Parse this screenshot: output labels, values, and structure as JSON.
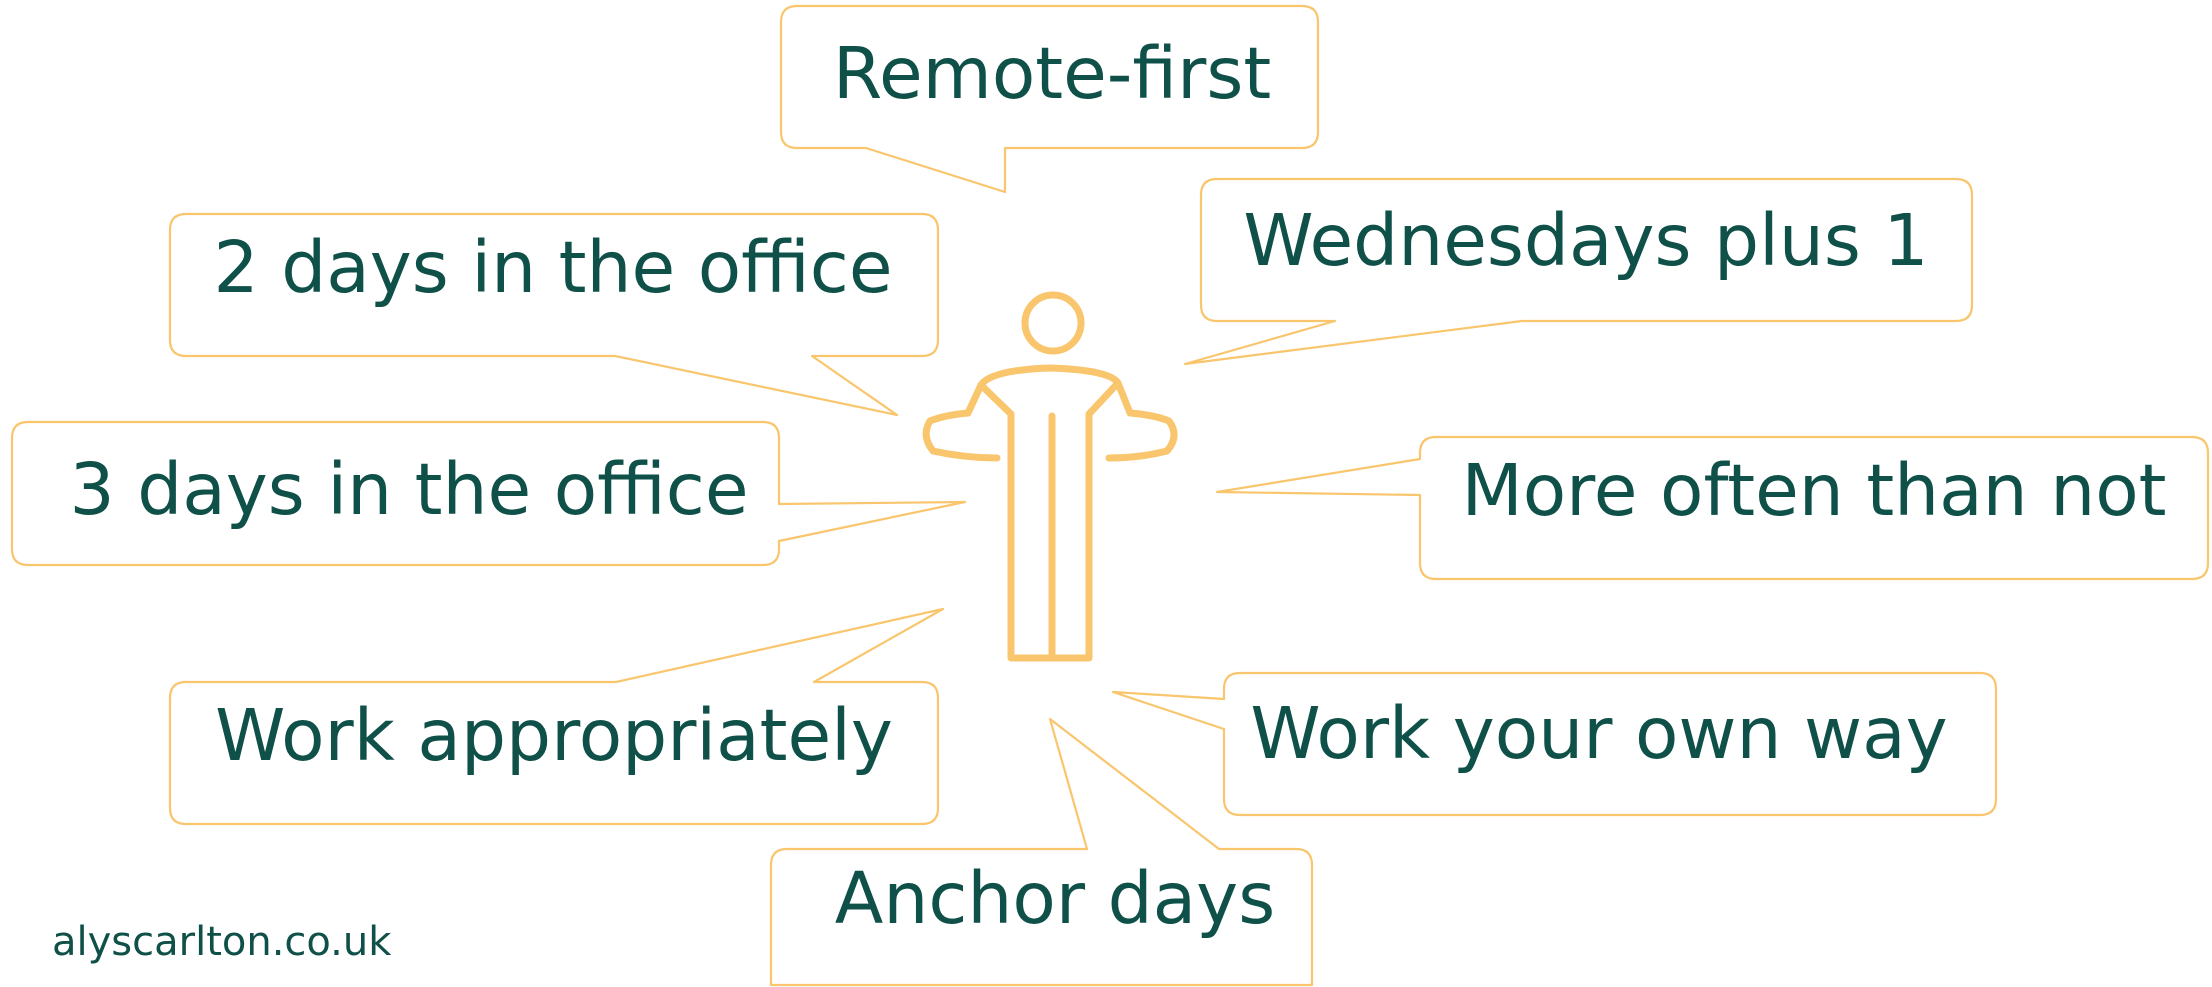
{
  "bubbles": [
    {
      "id": "remote-first",
      "text": "Remote-first"
    },
    {
      "id": "two-days",
      "text": "2 days in the office"
    },
    {
      "id": "wednesdays",
      "text": "Wednesdays plus 1"
    },
    {
      "id": "three-days",
      "text": "3 days in the office"
    },
    {
      "id": "more-often",
      "text": "More often than not"
    },
    {
      "id": "work-appropriately",
      "text": "Work appropriately"
    },
    {
      "id": "work-own-way",
      "text": "Work your own way"
    },
    {
      "id": "anchor-days",
      "text": "Anchor days"
    }
  ],
  "footer": {
    "credit": "alyscarlton.co.uk"
  },
  "colors": {
    "text": "#0f5048",
    "accent": "#f9c56d"
  },
  "icons": {
    "figure": "shrugging-person-icon"
  }
}
